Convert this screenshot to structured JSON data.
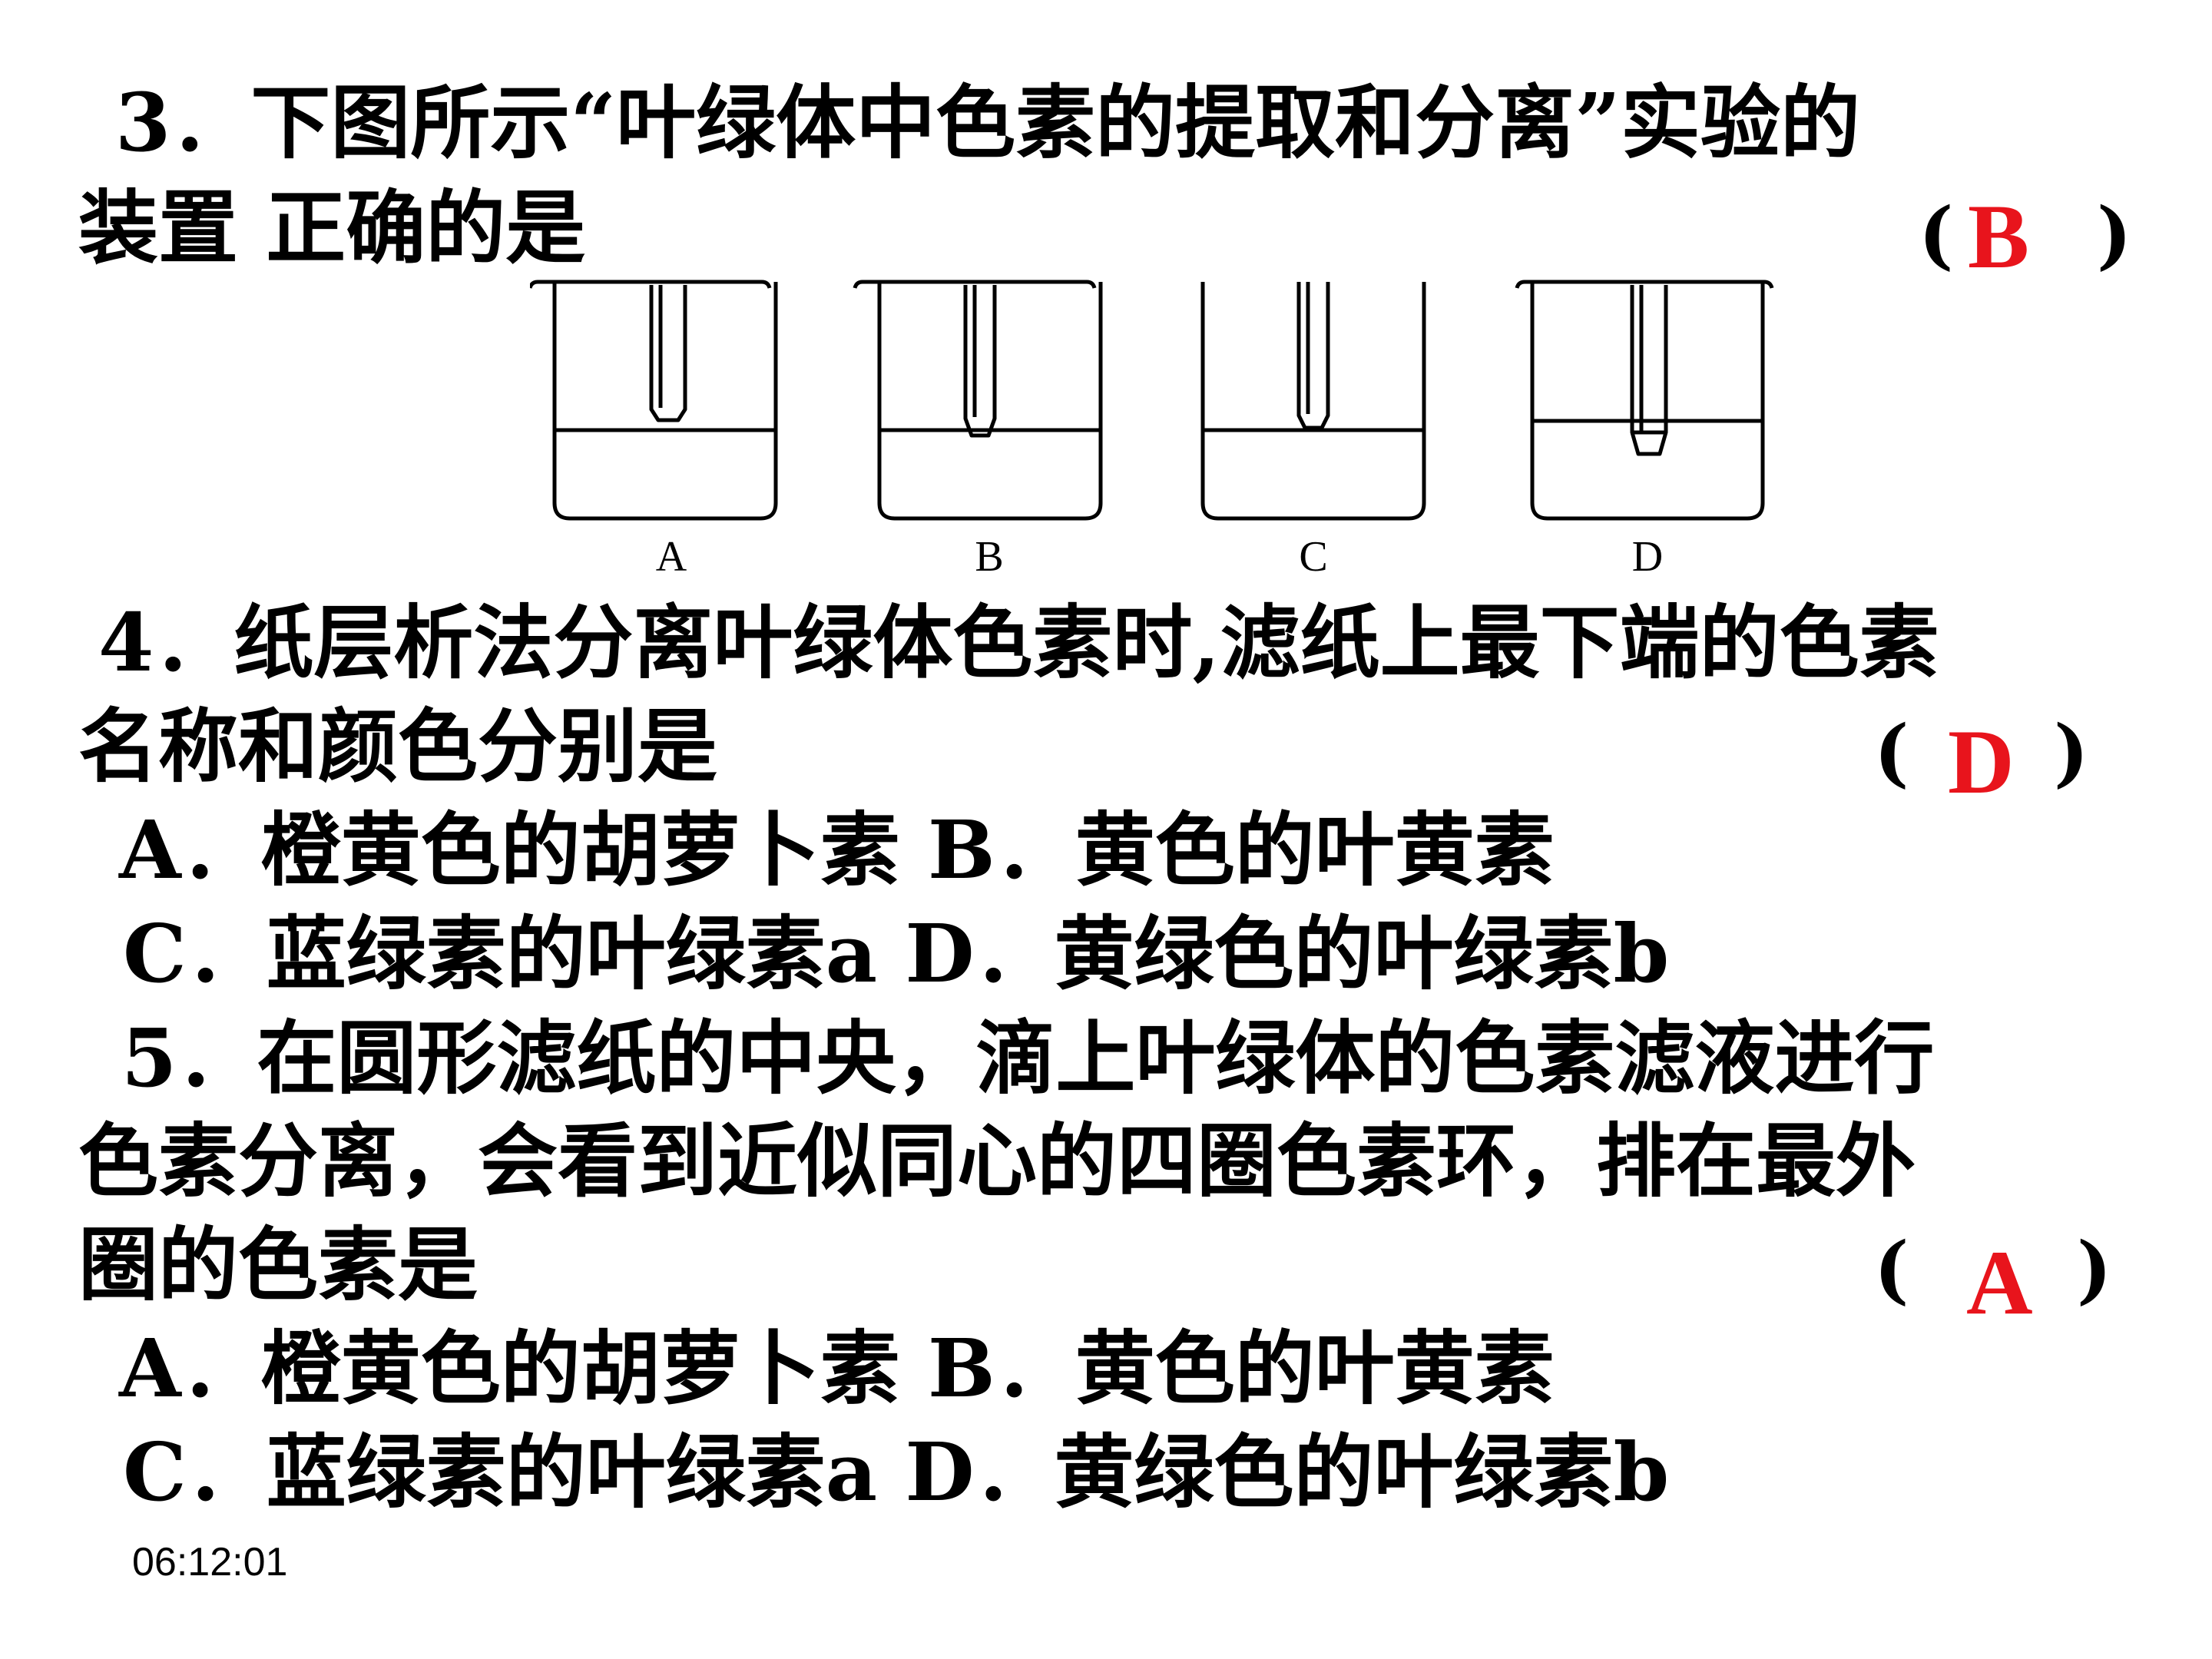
{
  "accent_color": "#e8141c",
  "q3": {
    "line1": "3．下图所示“叶绿体中色素的提取和分离”实验的",
    "line2": "装置  正确的是",
    "paren_open": "(",
    "answer": "B",
    "paren_close": ")",
    "beaker_labels": [
      "A",
      "B",
      "C",
      "D"
    ]
  },
  "q4": {
    "line1": "4．纸层析法分离叶绿体色素时,滤纸上最下端的色素",
    "line2": "名称和颜色分别是",
    "paren_open": "(",
    "answer": "D",
    "paren_close": ")",
    "option_row1": "A．橙黄色的胡萝卜素 B．黄色的叶黄素",
    "option_row2": "C．蓝绿素的叶绿素a  D．黄绿色的叶绿素b"
  },
  "q5": {
    "line1": "5．在圆形滤纸的中央，滴上叶绿体的色素滤液进行",
    "line2": "色素分离，会看到近似同心的四圈色素环，排在最外",
    "line3": "圈的色素是",
    "paren_open": "(",
    "answer": "A",
    "paren_close": ")",
    "option_row1": "A．橙黄色的胡萝卜素 B．黄色的叶黄素",
    "option_row2": "C．蓝绿素的叶绿素a  D．黄绿色的叶绿素b"
  },
  "timestamp": "06:12:01"
}
